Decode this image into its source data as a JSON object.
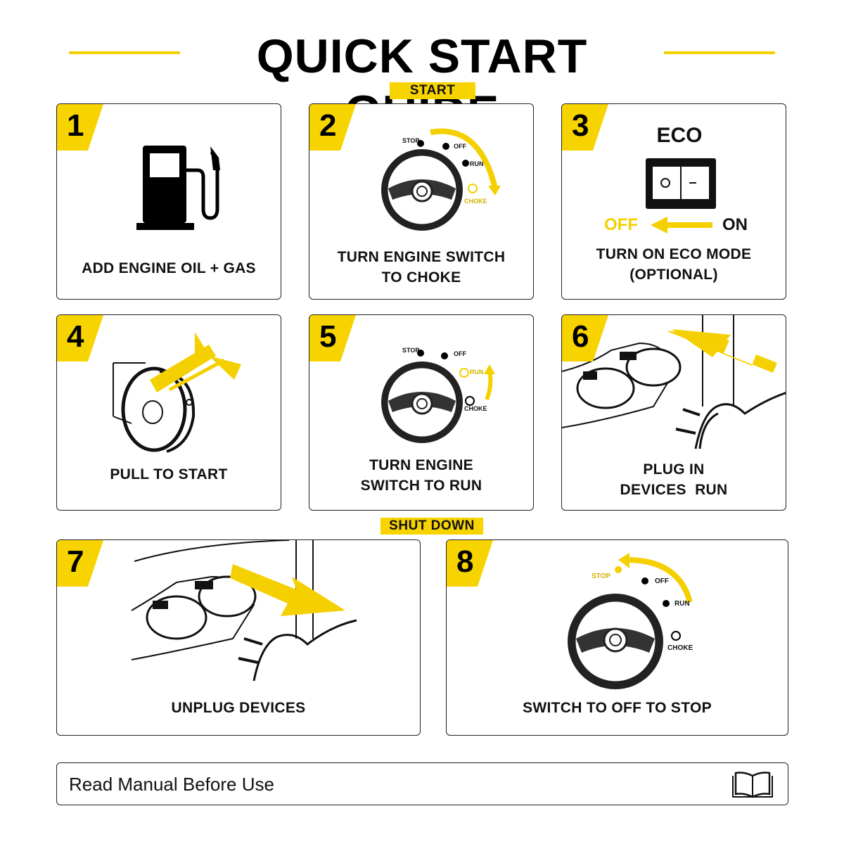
{
  "title": "QUICK START GUIDE",
  "sections": {
    "start": "START",
    "shutdown": "SHUT DOWN"
  },
  "steps": [
    {
      "number": "1",
      "caption": [
        "ADD ENGINE OIL + GAS"
      ]
    },
    {
      "number": "2",
      "caption": [
        "TURN ENGINE SWITCH",
        "TO CHOKE"
      ]
    },
    {
      "number": "3",
      "caption": [
        "TURN ON ECO MODE",
        "(OPTIONAL)"
      ]
    },
    {
      "number": "4",
      "caption": [
        "PULL TO START"
      ]
    },
    {
      "number": "5",
      "caption": [
        "TURN ENGINE",
        "SWITCH TO RUN"
      ]
    },
    {
      "number": "6",
      "caption": [
        "PLUG IN",
        "DEVICES  RUN"
      ]
    },
    {
      "number": "7",
      "caption": [
        "UNPLUG DEVICES"
      ]
    },
    {
      "number": "8",
      "caption": [
        "SWITCH TO OFF TO STOP"
      ]
    }
  ],
  "dial_labels": {
    "stop": "STOP",
    "off": "OFF",
    "run": "RUN",
    "choke": "CHOKE"
  },
  "eco": {
    "label": "ECO",
    "off": "OFF",
    "on": "ON"
  },
  "footer": {
    "text": "Read Manual Before Use"
  },
  "icons": {
    "book": "book-icon",
    "fuel": "fuel-pump-icon"
  },
  "colors": {
    "accent": "#f5d000",
    "ink": "#111111"
  }
}
